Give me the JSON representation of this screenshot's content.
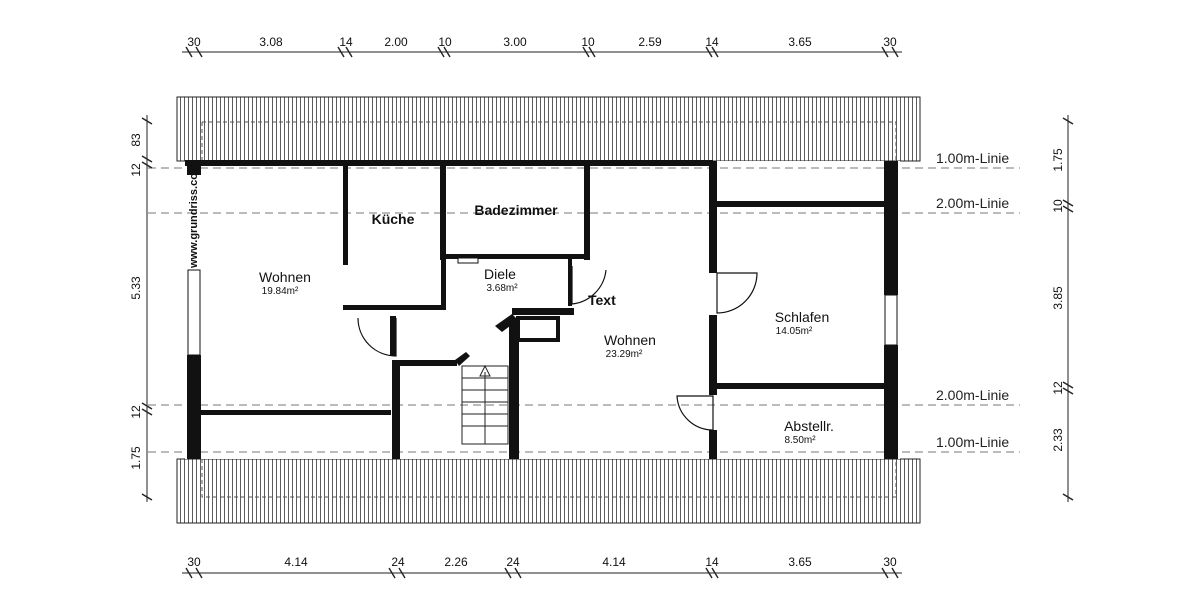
{
  "dimensions": {
    "top": [
      "30",
      "3.08",
      "14",
      "2.00",
      "10",
      "3.00",
      "10",
      "2.59",
      "14",
      "3.65",
      "30"
    ],
    "bottom": [
      "30",
      "4.14",
      "24",
      "2.26",
      "24",
      "4.14",
      "14",
      "3.65",
      "30"
    ],
    "left": [
      "12",
      "83",
      "5.33",
      "12",
      "1.75"
    ],
    "right": [
      "1.75",
      "10",
      "3.85",
      "12",
      "2.33"
    ]
  },
  "rooms": {
    "wohnen_left": {
      "name": "Wohnen",
      "area": "19.84m²"
    },
    "kueche": {
      "name": "Küche"
    },
    "badezimmer": {
      "name": "Badezimmer"
    },
    "diele": {
      "name": "Diele",
      "area": "3.68m²"
    },
    "wohnen_right": {
      "name": "Wohnen",
      "area": "23.29m²"
    },
    "schlafen": {
      "name": "Schlafen",
      "area": "14.05m²"
    },
    "abstellr": {
      "name": "Abstellr.",
      "area": "8.50m²"
    }
  },
  "free_text": "Text",
  "watermark": "www.grundriss.com",
  "height_lines": {
    "top_1m": "1.00m-Linie",
    "top_2m": "2.00m-Linie",
    "bottom_2m": "2.00m-Linie",
    "bottom_1m": "1.00m-Linie"
  }
}
